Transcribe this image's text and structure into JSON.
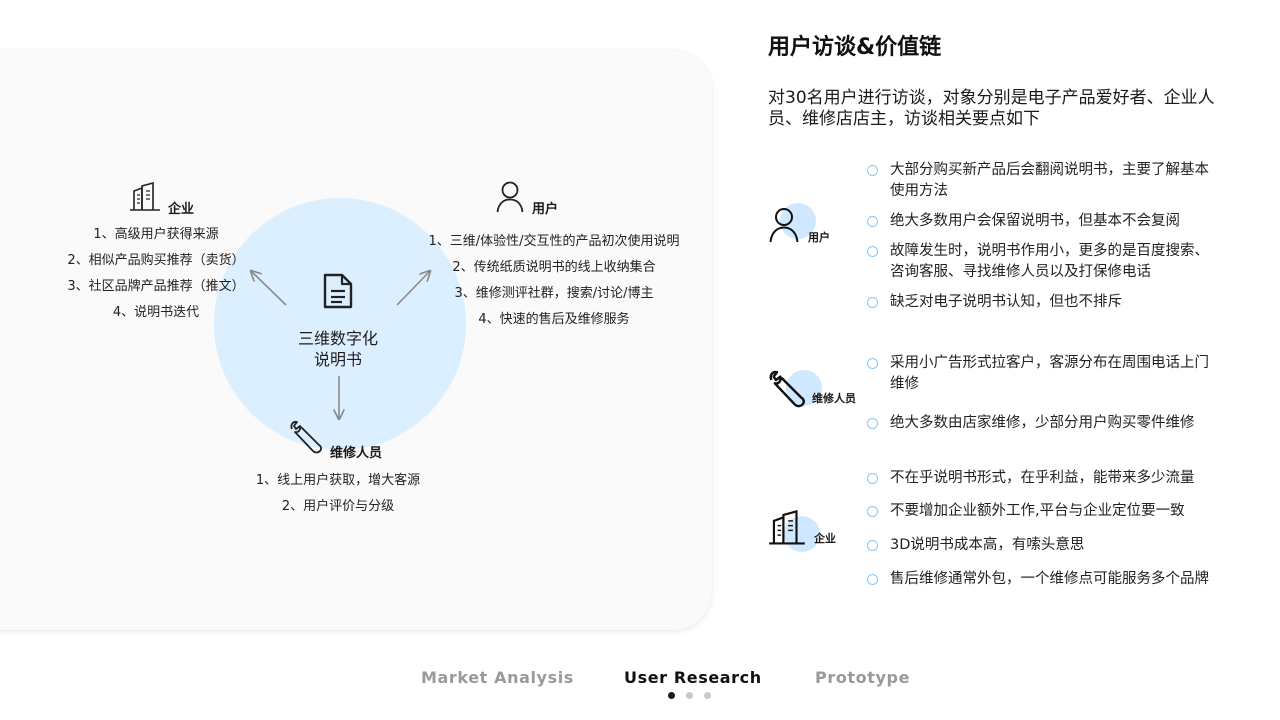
{
  "diagram": {
    "center_title_line1": "三维数字化",
    "center_title_line2": "说明书",
    "nodes": {
      "enterprise": {
        "label": "企业",
        "items": [
          "1、高级用户获得来源",
          "2、相似产品购买推荐（卖货）",
          "3、社区品牌产品推荐（推文）",
          "4、说明书迭代"
        ]
      },
      "user": {
        "label": "用户",
        "items": [
          "1、三维/体验性/交互性的产品初次使用说明",
          "2、传统纸质说明书的线上收纳集合",
          "3、维修测评社群，搜索/讨论/博主",
          "4、快速的售后及维修服务"
        ]
      },
      "repair": {
        "label": "维修人员",
        "items": [
          "1、线上用户获取，增大客源",
          "2、用户评价与分级"
        ]
      }
    }
  },
  "right": {
    "title": "用户访谈&价值链",
    "intro": "对30名用户进行访谈，对象分别是电子产品爱好者、企业人员、维修店店主，访谈相关要点如下",
    "groups": [
      {
        "label": "用户",
        "icon": "user-icon",
        "bullets": [
          "大部分购买新产品后会翻阅说明书，主要了解基本使用方法",
          "绝大多数用户会保留说明书，但基本不会复阅",
          "故障发生时，说明书作用小，更多的是百度搜索、咨询客服、寻找维修人员以及打保修电话",
          "缺乏对电子说明书认知，但也不排斥"
        ]
      },
      {
        "label": "维修人员",
        "icon": "wrench-icon",
        "bullets": [
          "采用小广告形式拉客户，客源分布在周围电话上门维修",
          "绝大多数由店家维修，少部分用户购买零件维修"
        ]
      },
      {
        "label": "企业",
        "icon": "building-icon",
        "bullets": [
          "不在乎说明书形式，在乎利益，能带来多少流量",
          "不要增加企业额外工作,平台与企业定位要一致",
          "3D说明书成本高，有嗦头意思",
          "售后维修通常外包，一个维修点可能服务多个品牌"
        ]
      }
    ]
  },
  "nav": {
    "tabs": [
      "Market  Analysis",
      "User  Research",
      "Prototype"
    ],
    "active_index": 1,
    "page_count": 3,
    "current_page": 1
  },
  "colors": {
    "accent_blue_light": "#dcefff",
    "bullet_ring": "#8cc6f2",
    "tab_inactive": "#9a9a9a",
    "tab_active": "#111111"
  }
}
